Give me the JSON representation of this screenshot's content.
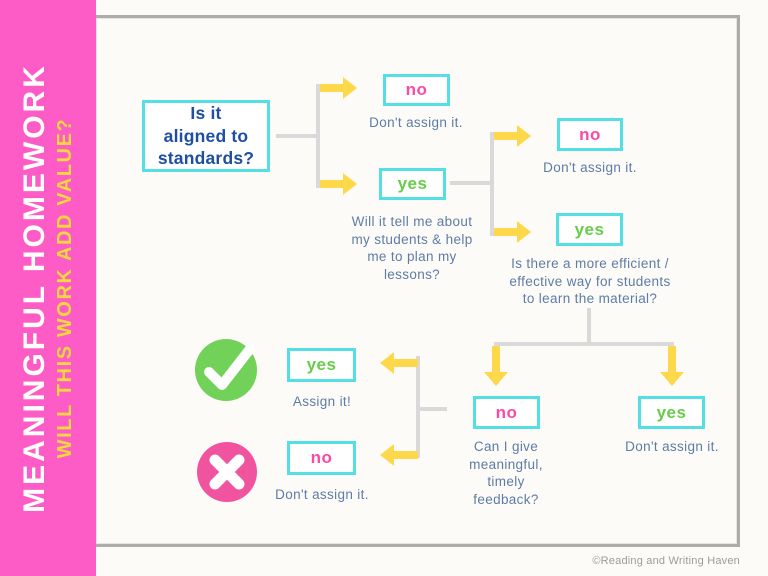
{
  "sidebar": {
    "title": "MEANINGFUL HOMEWORK",
    "subtitle": "WILL THIS WORK ADD VALUE?"
  },
  "flow": {
    "root": {
      "question": "Is it\naligned to\nstandards?"
    },
    "level1": {
      "no": {
        "label": "no",
        "caption": "Don't assign it."
      },
      "yes": {
        "label": "yes",
        "caption": "Will it tell me about\nmy students & help\nme to plan my\nlessons?"
      }
    },
    "level2": {
      "no": {
        "label": "no",
        "caption": "Don't assign it."
      },
      "yes": {
        "label": "yes",
        "caption": "Is there a more efficient /\neffective way for students\nto learn the material?"
      }
    },
    "level3": {
      "no": {
        "label": "no",
        "caption": "Can I give\nmeaningful,\ntimely\nfeedback?"
      },
      "yes": {
        "label": "yes",
        "caption": "Don't assign it."
      }
    },
    "outcomes": {
      "yes": {
        "label": "yes",
        "caption": "Assign it!",
        "icon": "check-icon"
      },
      "no": {
        "label": "no",
        "caption": "Don't assign it.",
        "icon": "x-icon"
      }
    }
  },
  "footer": {
    "credit": "©Reading and Writing Haven"
  },
  "colors": {
    "background": "#fdfbf7",
    "sidebar_pink": "#fd5bc6",
    "sidebar_yellow": "#f6d73e",
    "box_border_cyan": "#54dfe5",
    "question_blue": "#1d4fa2",
    "caption_slate_blue": "#5d7ca6",
    "no_pink": "#fb4aa5",
    "yes_green": "#66cd48",
    "arrow_yellow": "#fed84b",
    "connector_gray": "#d9d9d9",
    "check_circle_green": "#71d158",
    "x_circle_pink": "#f0549f",
    "frame_gray": "#aeacaa"
  }
}
